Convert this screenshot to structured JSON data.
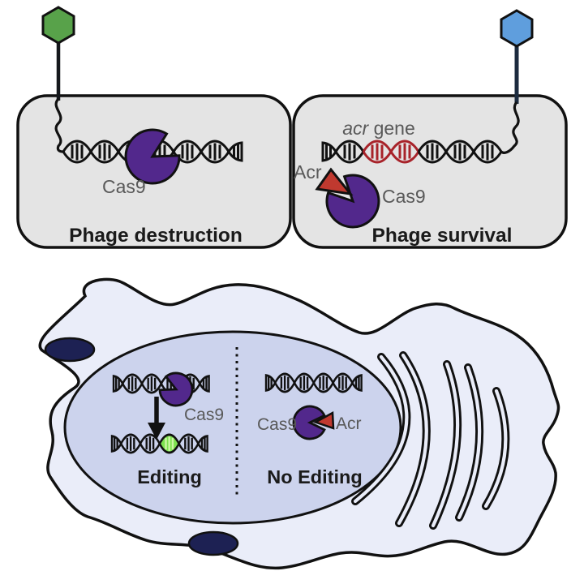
{
  "figure": {
    "top_left": {
      "title": "Phage destruction",
      "cas9": "Cas9"
    },
    "top_right": {
      "title": "Phage survival",
      "cas9": "Cas9",
      "acr": "Acr",
      "acr_gene_italic": "acr",
      "acr_gene_rest": " gene"
    },
    "cell": {
      "editing": {
        "label": "Editing",
        "cas9": "Cas9"
      },
      "no_editing": {
        "label": "No Editing",
        "cas9": "Cas9",
        "acr": "Acr"
      }
    }
  },
  "colors": {
    "panel_fill": "#e4e4e4",
    "panel_stroke": "#111111",
    "phage_green": "#58a24a",
    "phage_blue": "#5f9edd",
    "cas9_purple": "#52288c",
    "acr_red": "#c0392f",
    "dna_red": "#a8232a",
    "label_gray": "#595959",
    "cell_fill": "#eaedf9",
    "nucleus_fill": "#ccd3ed",
    "organelle_navy": "#1d2153",
    "edited_green": "#7de24f",
    "edited_green_light": "#ccf6a4"
  }
}
